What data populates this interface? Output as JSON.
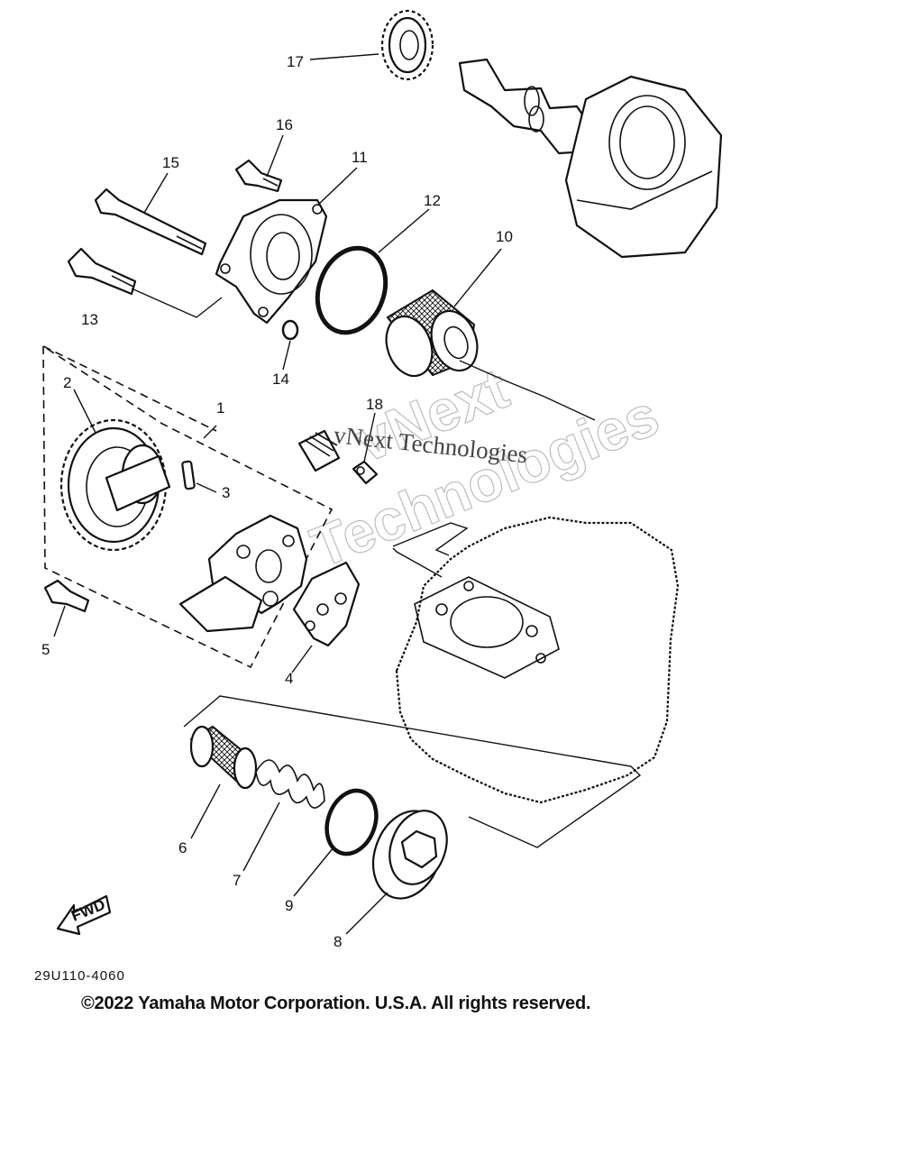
{
  "diagram": {
    "part_numbers": [
      "1",
      "2",
      "3",
      "4",
      "5",
      "6",
      "7",
      "8",
      "9",
      "10",
      "11",
      "12",
      "13",
      "14",
      "15",
      "16",
      "17",
      "18"
    ],
    "fwd_label": "FWD",
    "diagram_code": "29U110-4060",
    "copyright": "©2022 Yamaha Motor Corporation. U.S.A. All rights reserved.",
    "watermark": {
      "line1": "vNext",
      "line2": "Technologies",
      "small": "vNext Technologies"
    }
  }
}
